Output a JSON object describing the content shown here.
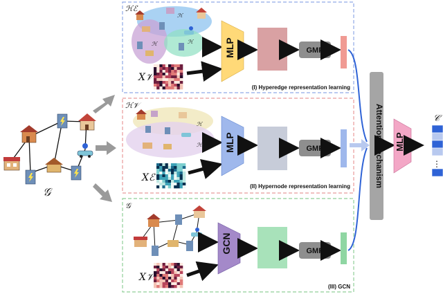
{
  "graph": {
    "label": "𝒢"
  },
  "output": {
    "label": "𝒞",
    "dots": "⋮"
  },
  "panel_edge": {
    "set_label": "ℋℰ",
    "feature_label": "X𝒱",
    "encoder": "MLP",
    "pool": "GMP",
    "caption": "(I) Hyperedge representation learning",
    "colors": {
      "border": "#8fa9e6",
      "feature": "#d9a1a3",
      "embed": "#f09a93",
      "pattern": [
        "#2a0f2d",
        "#6e1f3f",
        "#b8465c",
        "#e07a78",
        "#f3c3b5",
        "#fde9e0"
      ]
    }
  },
  "panel_node": {
    "set_label": "ℋ𝒱",
    "feature_label": "Xℰ",
    "encoder": "MLP",
    "pool": "GMP",
    "caption": "(II) Hypernode representation learning",
    "colors": {
      "border": "#e89a9a",
      "feature": "#c7ccd9",
      "embed": "#9fb8ec",
      "pattern": [
        "#08304f",
        "#1b6a8c",
        "#3fa3b8",
        "#7dcfcf",
        "#bfe8e3",
        "#eef9f6"
      ]
    }
  },
  "panel_gcn": {
    "set_label": "𝒢",
    "feature_label": "X𝒱",
    "encoder": "GCN",
    "pool": "GMP",
    "caption": "(III) GCN",
    "colors": {
      "border": "#8fcf98",
      "feature": "#a8e2ba",
      "embed": "#8fd6a3",
      "pattern": [
        "#2a0f2d",
        "#6e1f3f",
        "#b8465c",
        "#e07a78",
        "#f3c3b5",
        "#fde9e0"
      ]
    }
  },
  "attention": {
    "label": "Attention mechanism"
  },
  "final_mlp": {
    "label": "MLP"
  }
}
